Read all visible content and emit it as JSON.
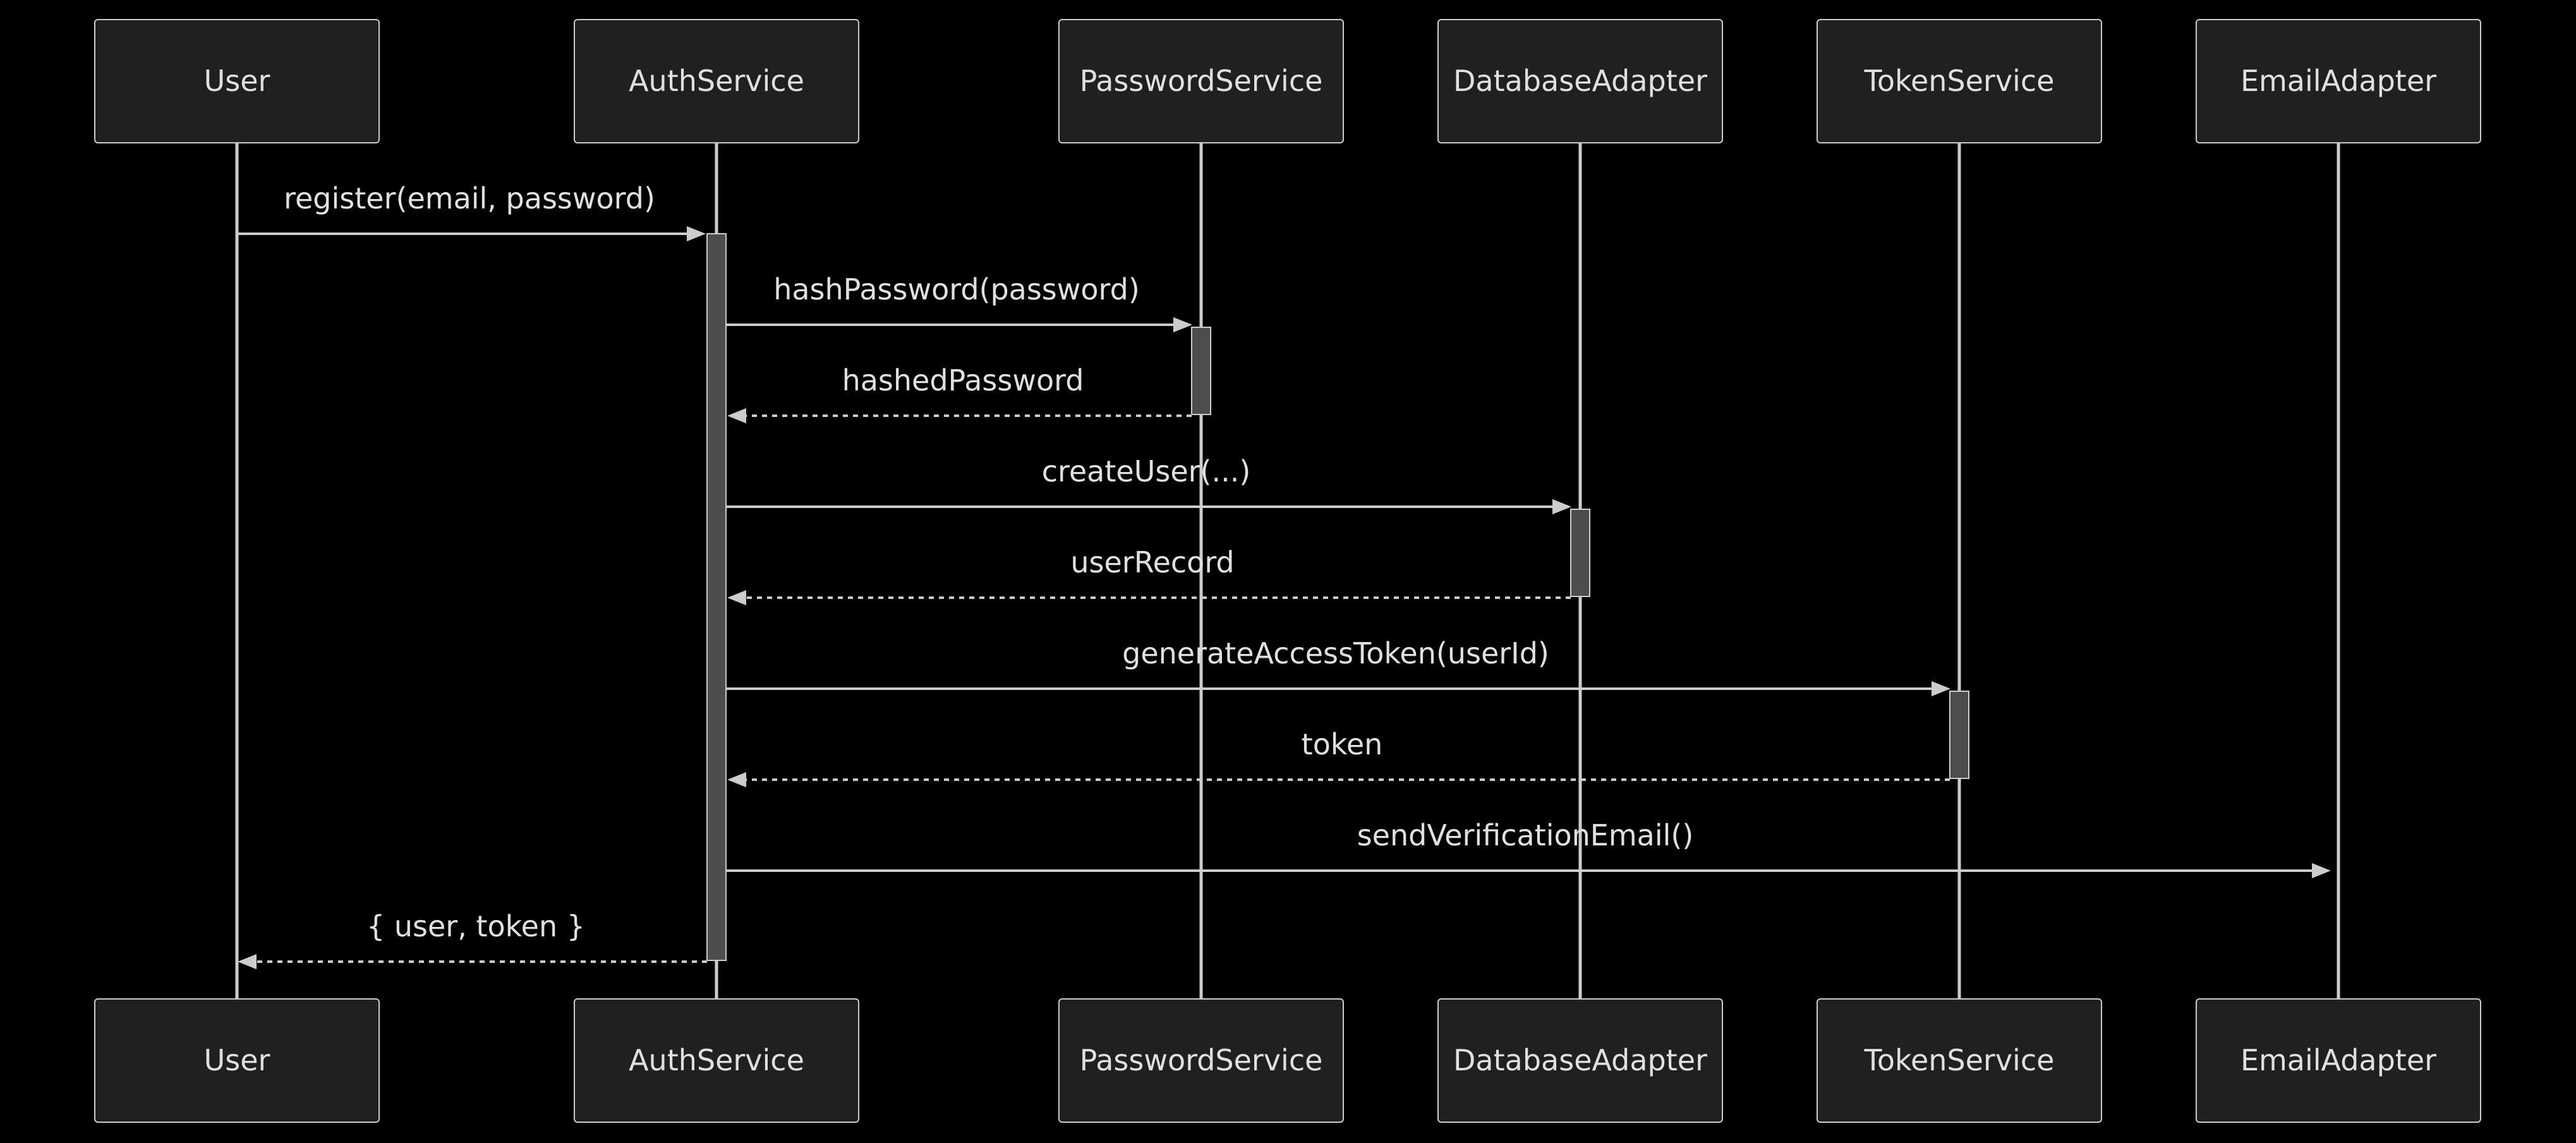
{
  "participants": [
    {
      "id": "user",
      "label": "User"
    },
    {
      "id": "auth",
      "label": "AuthService"
    },
    {
      "id": "password",
      "label": "PasswordService"
    },
    {
      "id": "database",
      "label": "DatabaseAdapter"
    },
    {
      "id": "tokenservice",
      "label": "TokenService"
    },
    {
      "id": "email",
      "label": "EmailAdapter"
    }
  ],
  "messages": [
    {
      "from": "User",
      "to": "AuthService",
      "label": "register(email, password)",
      "kind": "call"
    },
    {
      "from": "AuthService",
      "to": "PasswordService",
      "label": "hashPassword(password)",
      "kind": "call"
    },
    {
      "from": "PasswordService",
      "to": "AuthService",
      "label": "hashedPassword",
      "kind": "return"
    },
    {
      "from": "AuthService",
      "to": "DatabaseAdapter",
      "label": "createUser(...)",
      "kind": "call"
    },
    {
      "from": "DatabaseAdapter",
      "to": "AuthService",
      "label": "userRecord",
      "kind": "return"
    },
    {
      "from": "AuthService",
      "to": "TokenService",
      "label": "generateAccessToken(userId)",
      "kind": "call"
    },
    {
      "from": "TokenService",
      "to": "AuthService",
      "label": "token",
      "kind": "return"
    },
    {
      "from": "AuthService",
      "to": "EmailAdapter",
      "label": "sendVerificationEmail()",
      "kind": "call"
    },
    {
      "from": "AuthService",
      "to": "User",
      "label": "{ user, token }",
      "kind": "return"
    }
  ],
  "colors": {
    "background": "#000000",
    "actor_fill": "#1f2020",
    "line": "#cccccc",
    "text": "#e0e0e0",
    "activation_fill": "#4d4d4d"
  }
}
